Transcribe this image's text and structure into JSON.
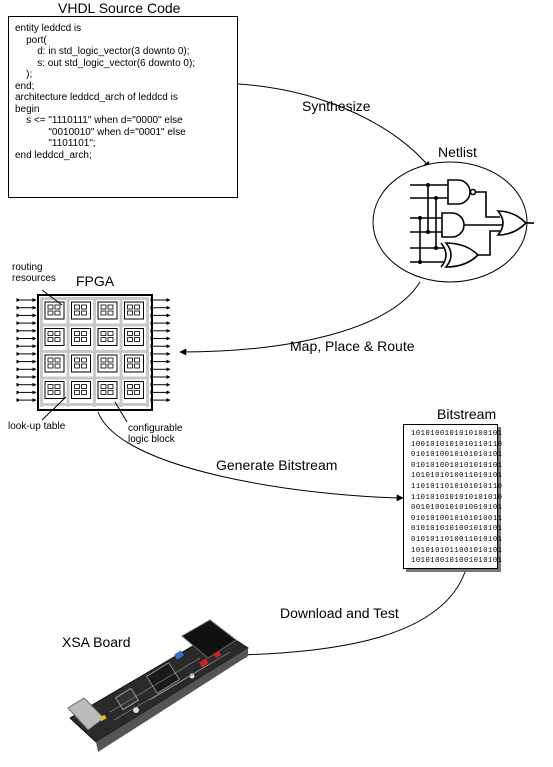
{
  "source": {
    "title": "VHDL Source Code",
    "lines": [
      "entity leddcd is",
      "    port(",
      "        d: in std_logic_vector(3 downto 0);",
      "        s: out std_logic_vector(6 downto 0);",
      "    );",
      "end;",
      "",
      "architecture leddcd_arch of leddcd is",
      "begin",
      "    s <= \"1110111\" when d=\"0000\" else",
      "            \"0010010\" when d=\"0001\" else",
      "            \"1101101\";",
      "end leddcd_arch;"
    ]
  },
  "steps": {
    "synthesize": "Synthesize",
    "map_place_route": "Map, Place & Route",
    "generate_bitstream": "Generate Bitstream",
    "download_test": "Download and Test"
  },
  "netlist": {
    "title": "Netlist"
  },
  "fpga": {
    "title": "FPGA",
    "routing_label_1": "routing",
    "routing_label_2": "resources",
    "lut_label": "look-up table",
    "clb_label_1": "configurable",
    "clb_label_2": "logic block"
  },
  "bitstream": {
    "title": "Bitstream",
    "lines": [
      "1010100101010100101",
      "1001010101010110110",
      "0101010010101010101",
      "0101010010101010101",
      "1010101010011010101",
      "1101011010101010110",
      "1101010101010101010",
      "0010100101010010101",
      "0101010010101010011",
      "0101010101001010101",
      "0101011010011010101",
      "1010101011001010101",
      "1010100101001010101"
    ]
  },
  "board": {
    "title": "XSA Board"
  }
}
